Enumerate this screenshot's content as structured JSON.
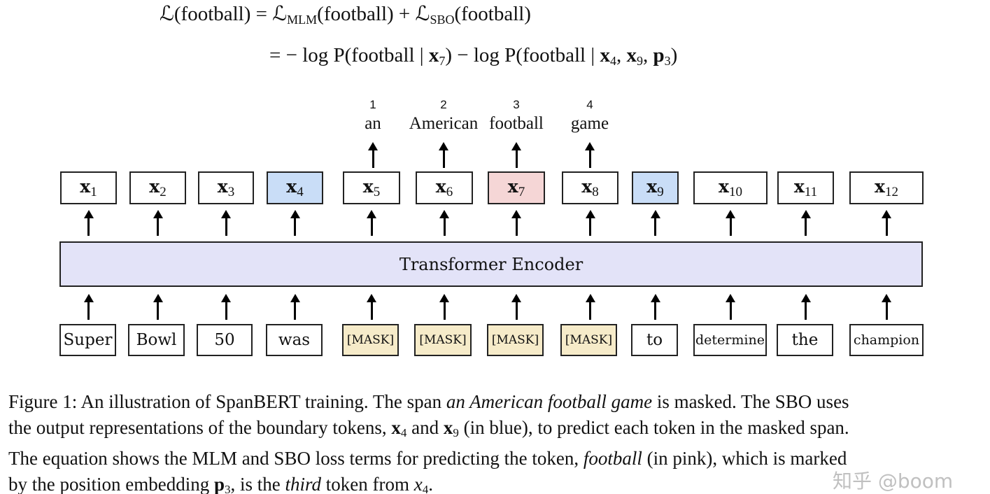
{
  "equation": {
    "line1": {
      "lhs": "ℒ(football) = ℒ",
      "sub1": "MLM",
      "mid": "(football) + ℒ",
      "sub2": "SBO",
      "end": "(football)"
    },
    "line2": {
      "a": "= − log P(football | ",
      "x7": "x",
      "x7sub": "7",
      "b": ") − log P(football | ",
      "x4": "x",
      "x4sub": "4",
      "c": ", ",
      "x9": "x",
      "x9sub": "9",
      "d": ", ",
      "p3": "p",
      "p3sub": "3",
      "e": ")"
    }
  },
  "outputs": [
    {
      "label": "x",
      "sub": "1",
      "highlight": "none"
    },
    {
      "label": "x",
      "sub": "2",
      "highlight": "none"
    },
    {
      "label": "x",
      "sub": "3",
      "highlight": "none"
    },
    {
      "label": "x",
      "sub": "4",
      "highlight": "blue"
    },
    {
      "label": "x",
      "sub": "5",
      "highlight": "none"
    },
    {
      "label": "x",
      "sub": "6",
      "highlight": "none"
    },
    {
      "label": "x",
      "sub": "7",
      "highlight": "pink"
    },
    {
      "label": "x",
      "sub": "8",
      "highlight": "none"
    },
    {
      "label": "x",
      "sub": "9",
      "highlight": "blue"
    },
    {
      "label": "x",
      "sub": "10",
      "highlight": "none"
    },
    {
      "label": "x",
      "sub": "11",
      "highlight": "none"
    },
    {
      "label": "x",
      "sub": "12",
      "highlight": "none"
    }
  ],
  "inputs": [
    {
      "token": "Super",
      "masked": false
    },
    {
      "token": "Bowl",
      "masked": false
    },
    {
      "token": "50",
      "masked": false
    },
    {
      "token": "was",
      "masked": false
    },
    {
      "token": "[MASK]",
      "masked": true
    },
    {
      "token": "[MASK]",
      "masked": true
    },
    {
      "token": "[MASK]",
      "masked": true
    },
    {
      "token": "[MASK]",
      "masked": true
    },
    {
      "token": "to",
      "masked": false
    },
    {
      "token": "determine",
      "masked": false
    },
    {
      "token": "the",
      "masked": false
    },
    {
      "token": "champion",
      "masked": false
    }
  ],
  "predictions": [
    {
      "position": "1",
      "word": "an"
    },
    {
      "position": "2",
      "word": "American"
    },
    {
      "position": "3",
      "word": "football"
    },
    {
      "position": "4",
      "word": "game"
    }
  ],
  "encoder_label": "Transformer Encoder",
  "colors": {
    "blue": "#c9ddf7",
    "pink": "#f5d6d6",
    "mask": "#f6ebc9",
    "encoder": "#e3e3f8"
  },
  "caption": [
    [
      {
        "t": "Figure 1: An illustration of SpanBERT training. The span "
      },
      {
        "t": "an American football game",
        "s": "i"
      },
      {
        "t": " is masked. The SBO uses"
      }
    ],
    [
      {
        "t": "the output representations of the boundary tokens, "
      },
      {
        "t": "x",
        "s": "b"
      },
      {
        "t": "4",
        "s": "sub"
      },
      {
        "t": " and "
      },
      {
        "t": "x",
        "s": "b"
      },
      {
        "t": "9",
        "s": "sub"
      },
      {
        "t": " (in blue), to predict each token in the masked span."
      }
    ],
    [
      {
        "t": "The equation shows the MLM and SBO loss terms for predicting the token, "
      },
      {
        "t": "football",
        "s": "i"
      },
      {
        "t": " (in pink), which is marked"
      }
    ],
    [
      {
        "t": "by the position embedding "
      },
      {
        "t": "p",
        "s": "b"
      },
      {
        "t": "3",
        "s": "sub"
      },
      {
        "t": ", is the "
      },
      {
        "t": "third",
        "s": "i"
      },
      {
        "t": " token from "
      },
      {
        "t": "x",
        "s": "i"
      },
      {
        "t": "4",
        "s": "sub"
      },
      {
        "t": "."
      }
    ]
  ],
  "watermark": "知乎 @boom"
}
